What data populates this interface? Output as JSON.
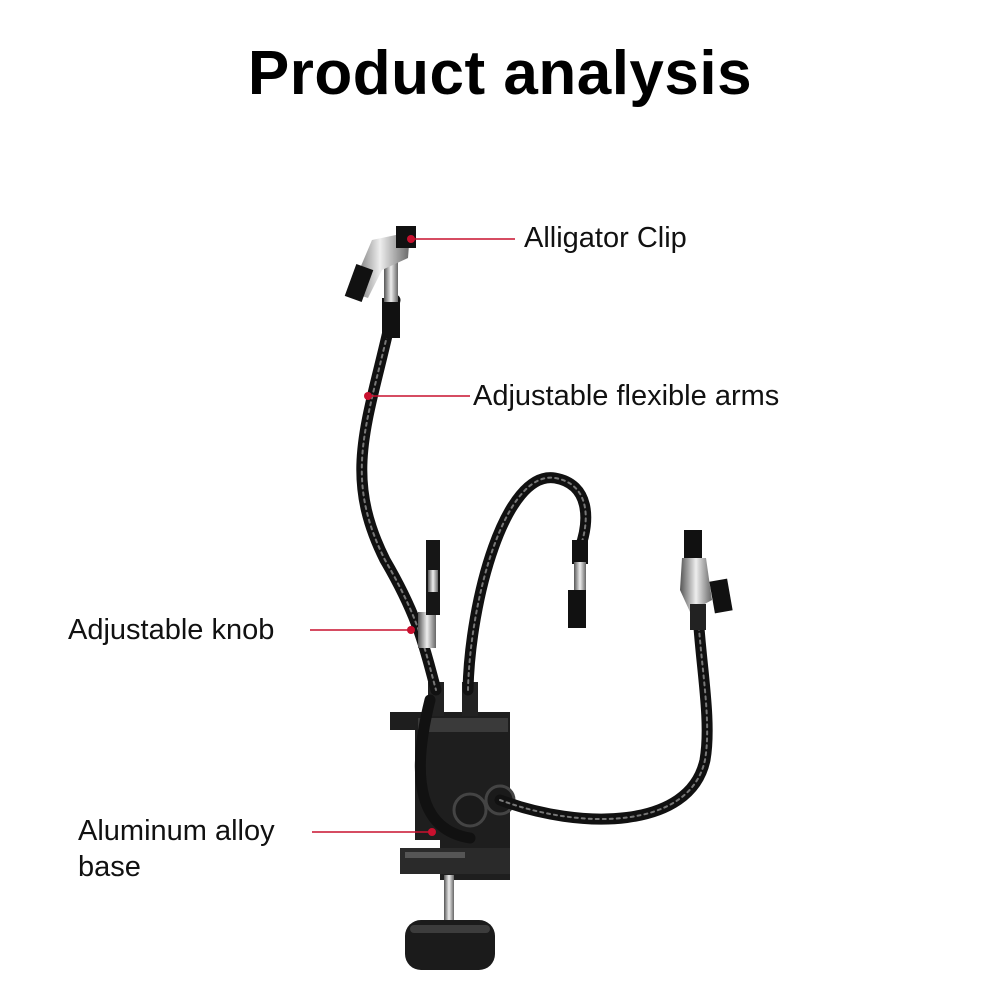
{
  "title": "Product analysis",
  "callouts": {
    "alligator_clip": "Alligator Clip",
    "flexible_arms": "Adjustable flexible arms",
    "knob": "Adjustable knob",
    "base_line1": "Aluminum alloy",
    "base_line2": "base"
  },
  "colors": {
    "leader_line": "#c8102e",
    "product_body": "#1a1a1a",
    "background": "#ffffff"
  }
}
